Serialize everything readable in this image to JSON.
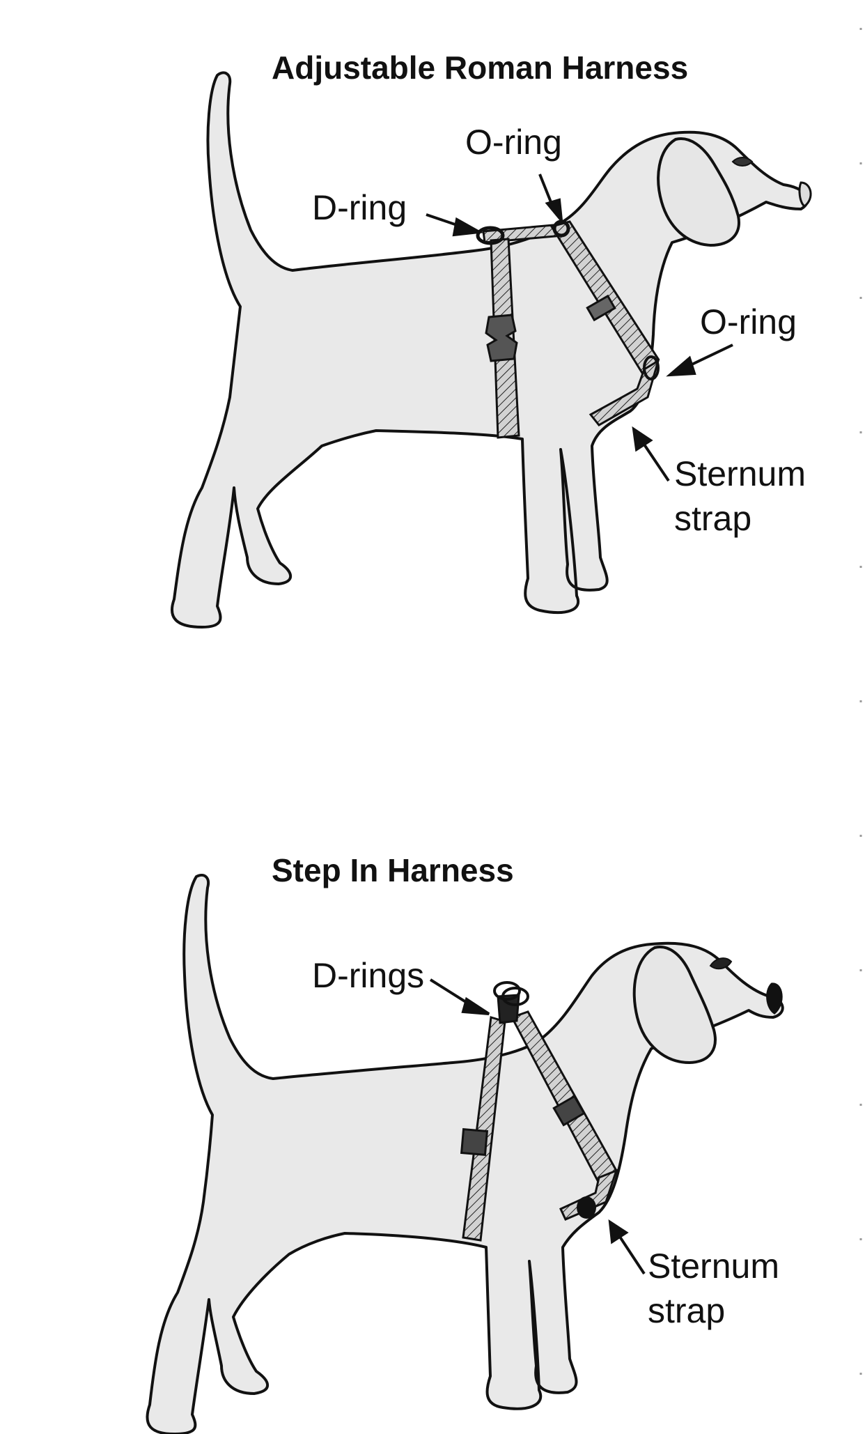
{
  "diagrams": [
    {
      "title": "Adjustable Roman Harness",
      "labels": {
        "o_ring_top": "O-ring",
        "d_ring": "D-ring",
        "o_ring_chest": "O-ring",
        "sternum_strap": "Sternum\nstrap"
      }
    },
    {
      "title": "Step In Harness",
      "labels": {
        "d_rings": "D-rings",
        "sternum_strap": "Sternum\nstrap"
      }
    }
  ],
  "colors": {
    "line": "#111111",
    "dog_fill": "#e9e9e9",
    "strap_fill": "#d2d2d2",
    "buckle": "#333333",
    "background": "#ffffff"
  }
}
